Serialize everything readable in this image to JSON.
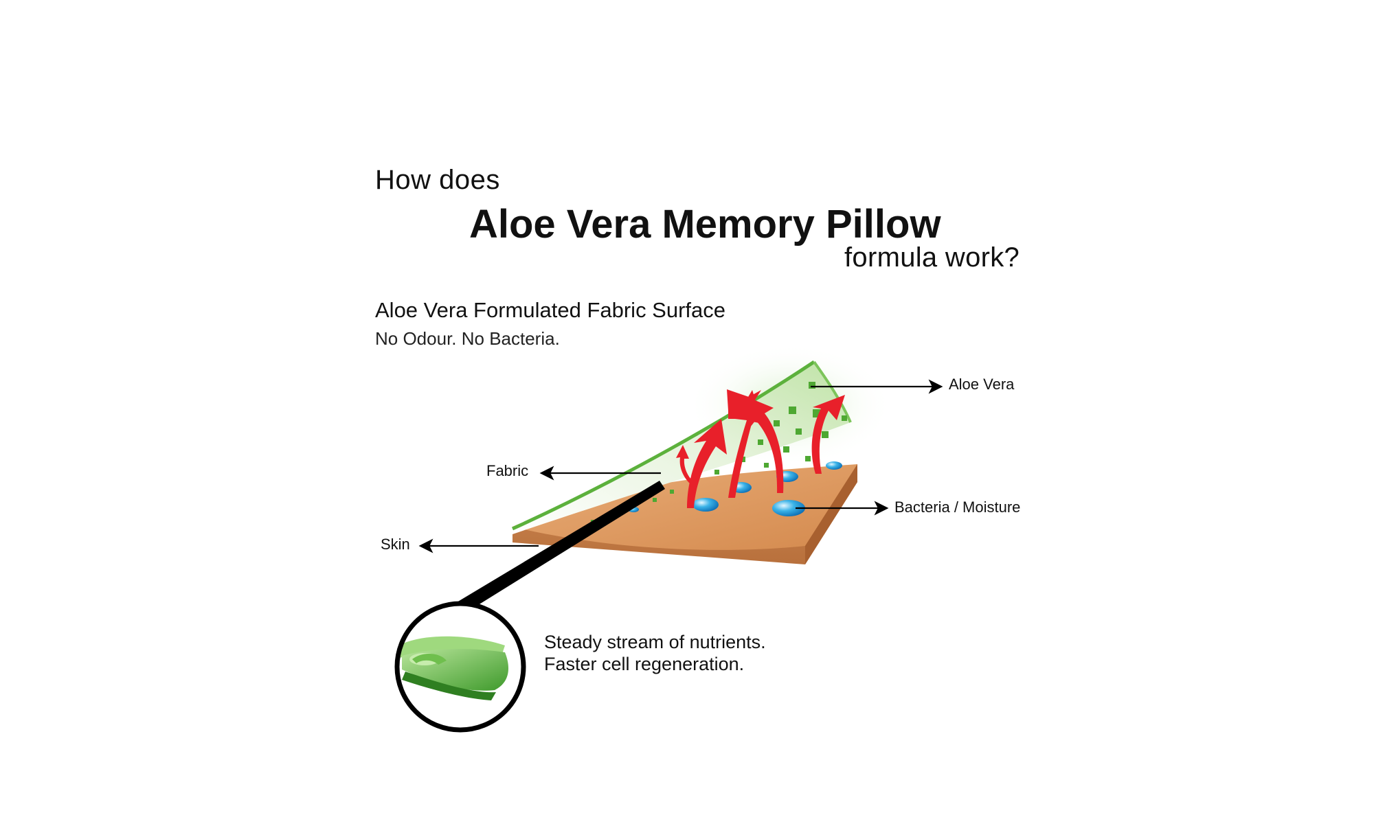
{
  "heading": {
    "line1": "How does",
    "line2": "Aloe Vera Memory Pillow",
    "line3": "formula work?"
  },
  "section": {
    "title": "Aloe Vera Formulated Fabric Surface",
    "tagline": "No Odour. No Bacteria."
  },
  "labels": {
    "aloe_vera": "Aloe Vera",
    "fabric": "Fabric",
    "bacteria_moisture": "Bacteria / Moisture",
    "skin": "Skin"
  },
  "benefits": {
    "line1": "Steady stream of nutrients.",
    "line2": "Faster cell regeneration."
  },
  "colors": {
    "skin": "#d58f56",
    "aloe_green": "#5cb13c",
    "arrow_red": "#e8202a",
    "droplet_blue": "#2aa7e0"
  }
}
